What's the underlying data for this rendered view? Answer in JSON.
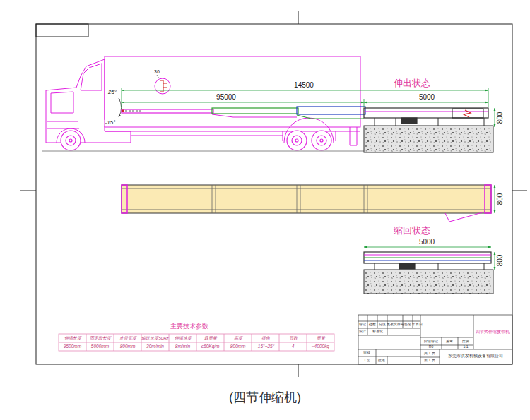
{
  "diagram": {
    "caption": "(四节伸缩机)",
    "labels": [
      "30",
      "25°",
      "-15°",
      "14500",
      "95000",
      "伸出状态",
      "5000",
      "800",
      "800",
      "缩回状态",
      "5000",
      "800",
      "主要技术参数",
      "伸缩长度",
      "固定段长度",
      "皮带宽度",
      "输送速度50Hz",
      "伸缩速度",
      "载重量",
      "高度",
      "摆角",
      "节数",
      "重量",
      "9500mm",
      "5000mm",
      "800mm",
      "30m/min",
      "8m/min",
      "≤60Kg/m",
      "800mm",
      "-15°~25°",
      "4",
      "≈4000kg",
      "标记",
      "处数",
      "分区",
      "更改文件号",
      "签名",
      "年月日",
      "设计",
      "标准化",
      "审核",
      "工艺",
      "批准",
      "阶段标记",
      "重量",
      "比例",
      "R0",
      "1:1",
      "共 1 页",
      "第 1 页",
      "四节式伸缩皮带机",
      "东莞市洪发机械设备有限公司"
    ]
  }
}
